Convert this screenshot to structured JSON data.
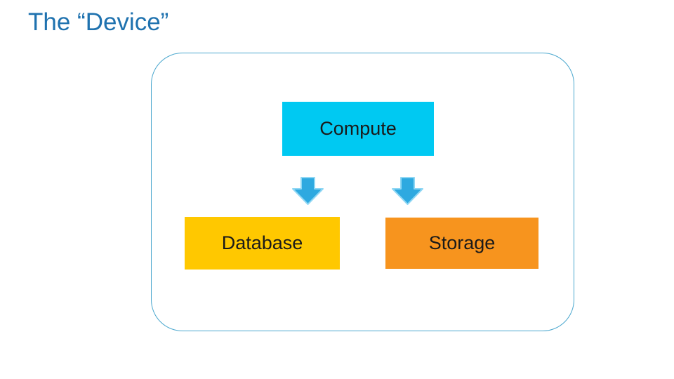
{
  "slide": {
    "title": "The “Device”",
    "title_color": "#1F72AF",
    "background_color": "#FFFFFF"
  },
  "diagram": {
    "container": {
      "border_color": "#4AA7CE",
      "shape": "rounded-rectangle"
    },
    "nodes": [
      {
        "id": "compute",
        "label": "Compute",
        "bg_color": "#00C9F2",
        "text_color": "#1A1A1A"
      },
      {
        "id": "database",
        "label": "Database",
        "bg_color": "#FFC800",
        "text_color": "#1A1A1A"
      },
      {
        "id": "storage",
        "label": "Storage",
        "bg_color": "#F7941E",
        "text_color": "#1A1A1A"
      }
    ],
    "arrows": {
      "direction": "down",
      "count": 2,
      "fill_color": "#2EA9E0",
      "outline_color": "#8FD7F4",
      "from": "compute",
      "to": [
        "database",
        "storage"
      ]
    }
  }
}
